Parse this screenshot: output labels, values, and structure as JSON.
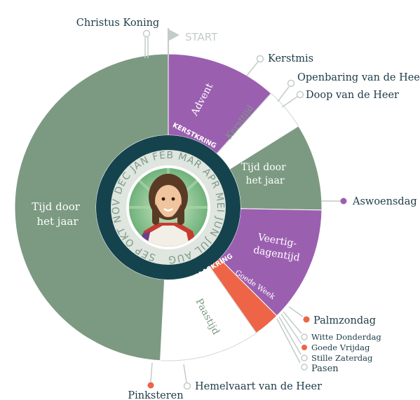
{
  "start_label": "START",
  "segments": {
    "advent": "Advent",
    "kersttijd": "Kersttijd",
    "tijd_winter": [
      "Tijd door",
      "het jaar"
    ],
    "veertigdagentijd": [
      "Veertig-",
      "dagentijd"
    ],
    "goede_week": "Goede Week",
    "paastijd": "Paastijd",
    "tijd_groot": [
      "Tijd door",
      "het jaar"
    ]
  },
  "rings": {
    "kerstkring": "KERSTKRING",
    "paaskring": "PAASKRING"
  },
  "months": [
    "SEP",
    "OKT",
    "NOV",
    "DEC",
    "JAN",
    "FEB",
    "MAR",
    "APR",
    "MEI",
    "JUN",
    "JUL",
    "AUG"
  ],
  "feasts": {
    "christus_koning": "Christus Koning",
    "kerstmis": "Kerstmis",
    "openbaring": "Openbaring van de Heer",
    "doop": "Doop van de Heer",
    "aswoensdag": "Aswoensdag",
    "palmzondag": "Palmzondag",
    "witte_donderdag": "Witte Donderdag",
    "goede_vrijdag": "Goede Vrijdag",
    "stille_zaterdag": "Stille Zaterdag",
    "pasen": "Pasen",
    "hemelvaart": "Hemelvaart van de Heer",
    "pinksteren": "Pinksteren"
  },
  "colors": {
    "green": "#7c9a82",
    "purple": "#9b5fb0",
    "white": "#ffffff",
    "red": "#ee6446",
    "dark_teal": "#15434d",
    "light_ring": "#dfe5df",
    "text": "#1d3b47"
  }
}
